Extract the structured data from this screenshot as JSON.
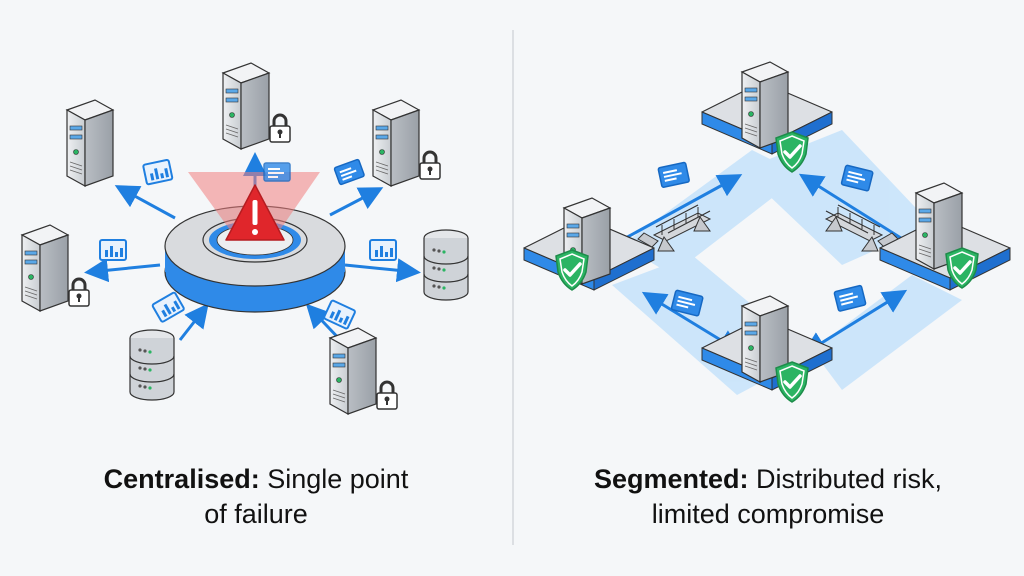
{
  "left": {
    "caption_bold": "Centralised:",
    "caption_rest": " Single point of failure",
    "caption_line1_rest": " Single point",
    "caption_line2": "of failure",
    "hub_alert_icon": "warning-triangle-icon",
    "nodes": [
      {
        "type": "server",
        "lock": false
      },
      {
        "type": "server",
        "lock": true
      },
      {
        "type": "server",
        "lock": true
      },
      {
        "type": "server",
        "lock": true
      },
      {
        "type": "database",
        "lock": false
      },
      {
        "type": "database",
        "lock": false
      },
      {
        "type": "server",
        "lock": true
      }
    ],
    "colors": {
      "accent": "#1f7fe0",
      "alert": "#e0262b",
      "hub_gray": "#d9dbde"
    }
  },
  "right": {
    "caption_bold": "Segmented:",
    "caption_line1_rest": " Distributed risk,",
    "caption_line2": "limited compromise",
    "nodes": [
      {
        "type": "server",
        "badge": "shield-check"
      },
      {
        "type": "server",
        "badge": "shield-check"
      },
      {
        "type": "server",
        "badge": "shield-check"
      },
      {
        "type": "server",
        "badge": "shield-check"
      }
    ],
    "colors": {
      "accent": "#1f7fe0",
      "zone": "#cfe6fb",
      "shield": "#2bb463"
    }
  }
}
